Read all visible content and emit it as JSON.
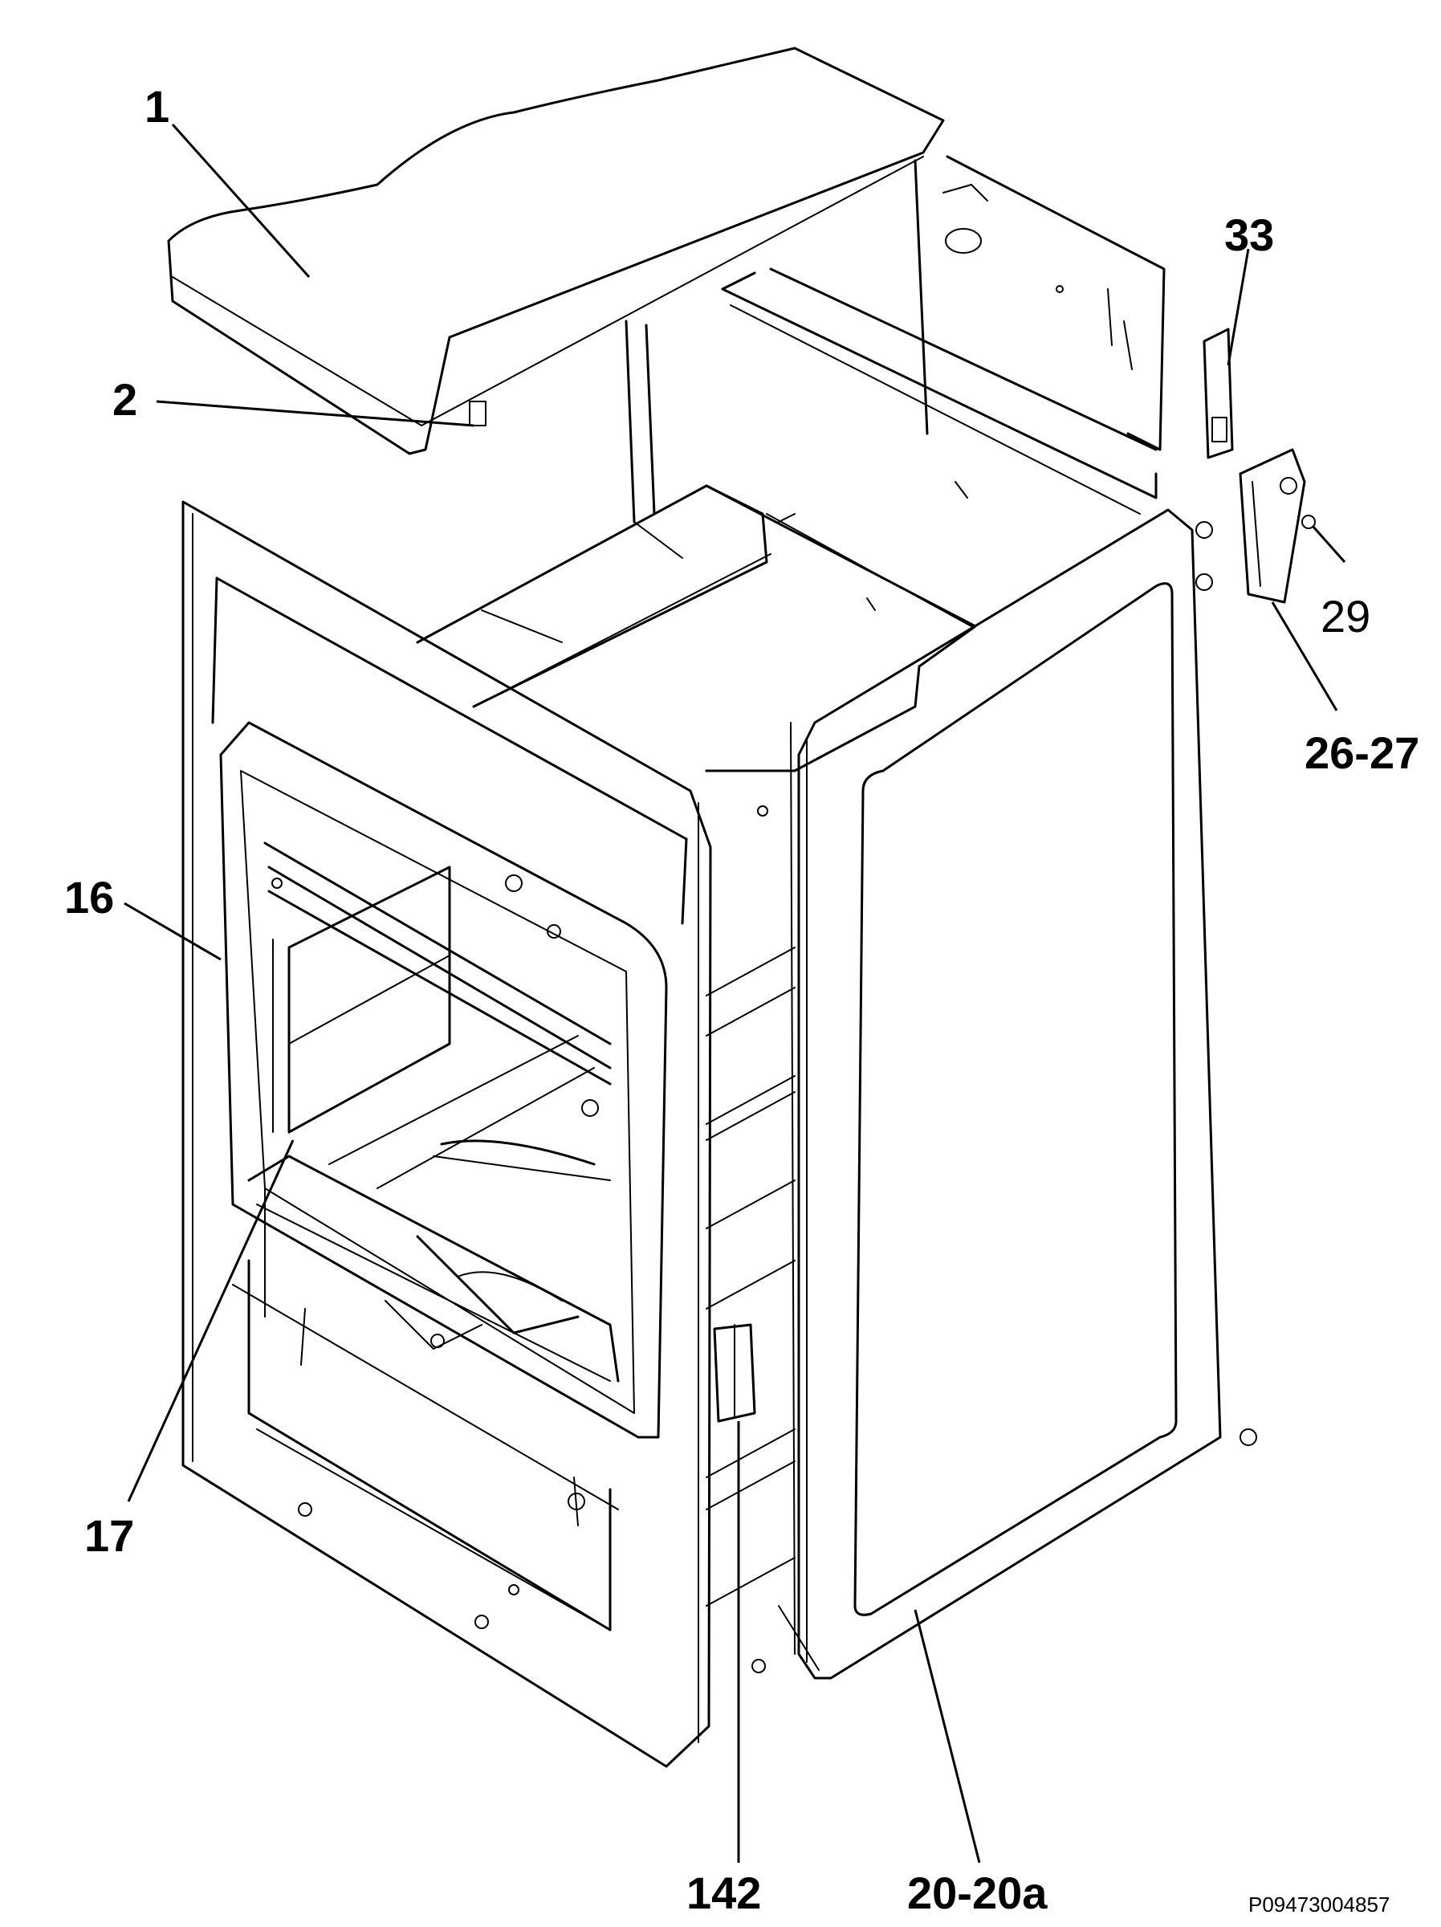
{
  "callouts": [
    {
      "id": "c1",
      "text": "1"
    },
    {
      "id": "c2",
      "text": "2"
    },
    {
      "id": "c33",
      "text": "33"
    },
    {
      "id": "c29",
      "text": "29"
    },
    {
      "id": "c2627",
      "text": "26-27"
    },
    {
      "id": "c16",
      "text": "16"
    },
    {
      "id": "c17",
      "text": "17"
    },
    {
      "id": "c142",
      "text": "142"
    },
    {
      "id": "c20",
      "text": "20-20a"
    }
  ],
  "reference_code": "P09473004857"
}
